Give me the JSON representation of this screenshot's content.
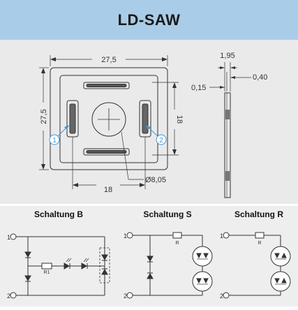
{
  "title": "LD-SAW",
  "front_view": {
    "width_label": "27,5",
    "height_label": "27,5",
    "inner_height_label": "18",
    "bottom_width_label": "18",
    "diameter_label": "Ø8,05",
    "callout_1": "1",
    "callout_2": "2"
  },
  "side_view": {
    "top_label": "1,95",
    "right_label": "0,40",
    "left_label": "0,15"
  },
  "circuits": [
    {
      "title": "Schaltung B",
      "terminal_1": "1",
      "terminal_2": "2",
      "resistor_label": "R1"
    },
    {
      "title": "Schaltung S",
      "terminal_1": "1",
      "terminal_2": "2",
      "resistor_label": "R"
    },
    {
      "title": "Schaltung R",
      "terminal_1": "1",
      "terminal_2": "2",
      "resistor_label": "R"
    }
  ],
  "colors": {
    "title_bg": "#a9cde8",
    "callout": "#3a9ad9"
  }
}
